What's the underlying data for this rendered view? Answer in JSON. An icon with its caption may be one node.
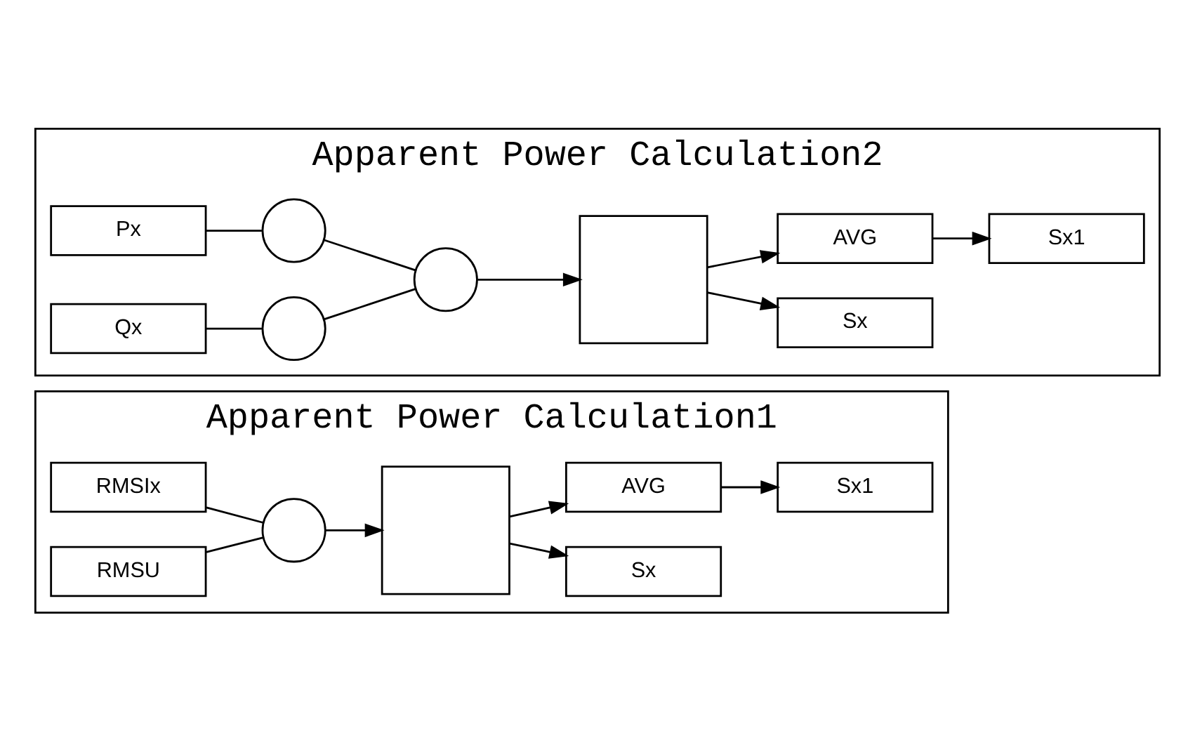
{
  "diagram": {
    "nodes": [
      {
        "text": [
          "Apparent Power Calculation1"
        ]
      },
      {
        "text": [
          "RMSIx"
        ],
        "in": 0
      },
      {
        "text": [
          "RMSU"
        ],
        "in": 0
      },
      {
        "text": [],
        "shape": "circle",
        "in": 0
      },
      {
        "text": [],
        "shape": "box",
        "in": 0
      },
      {
        "text": [
          "Sx"
        ],
        "in": 0
      },
      {
        "text": [
          "AVG"
        ],
        "in": 0
      },
      {
        "text": [
          "Sx1"
        ],
        "in": 0
      },
      {
        "text": [
          "Apparent Power Calculation2"
        ]
      },
      {
        "text": [
          "Px"
        ],
        "in": 8
      },
      {
        "text": [
          "Qx"
        ],
        "in": 8
      },
      {
        "text": [],
        "shape": "circle",
        "in": 8
      },
      {
        "text": [],
        "shape": "circle",
        "in": 8
      },
      {
        "text": [],
        "shape": "circle",
        "in": 8
      },
      {
        "text": [],
        "shape": "box",
        "in": 8
      },
      {
        "text": [
          "Sx"
        ],
        "in": 8
      },
      {
        "text": [
          "AVG"
        ],
        "in": 8
      },
      {
        "text": [
          "Sx1"
        ],
        "in": 8
      }
    ],
    "edges": [
      {
        "from": 1,
        "to": 3,
        "arrow": "none"
      },
      {
        "from": 2,
        "to": 3,
        "arrow": "none"
      },
      {
        "from": 3,
        "to": 4,
        "arrow": "to"
      },
      {
        "from": 4,
        "to": 5,
        "arrow": "to"
      },
      {
        "from": 4,
        "to": 6,
        "arrow": "to"
      },
      {
        "from": 6,
        "to": 7,
        "arrow": "to"
      },
      {
        "from": 9,
        "to": 11,
        "arrow": "none"
      },
      {
        "from": 10,
        "to": 12,
        "arrow": "none"
      },
      {
        "from": 11,
        "to": 13,
        "arrow": "none"
      },
      {
        "from": 12,
        "to": 13,
        "arrow": "none"
      },
      {
        "from": 13,
        "to": 14,
        "arrow": "to"
      },
      {
        "from": 14,
        "to": 15,
        "arrow": "to"
      },
      {
        "from": 14,
        "to": 16,
        "arrow": "to"
      },
      {
        "from": 16,
        "to": 17,
        "arrow": "to"
      }
    ]
  }
}
